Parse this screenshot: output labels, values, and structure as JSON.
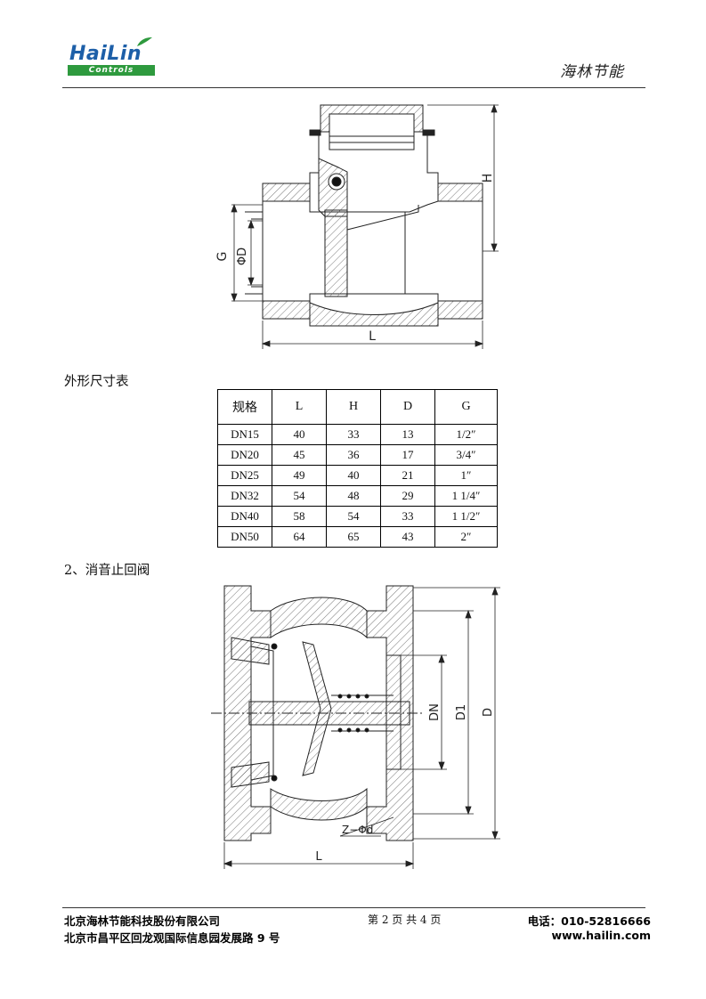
{
  "header": {
    "logo_main": "HaiLin",
    "logo_sub": "Controls",
    "brand_cn": "海林节能"
  },
  "drawing1": {
    "labels": {
      "H": "H",
      "G": "G",
      "D": "ΦD",
      "L": "L"
    }
  },
  "dimensions": {
    "title": "外形尺寸表",
    "columns": [
      "规格",
      "L",
      "H",
      "D",
      "G"
    ],
    "rows": [
      [
        "DN15",
        "40",
        "33",
        "13",
        "1/2″"
      ],
      [
        "DN20",
        "45",
        "36",
        "17",
        "3/4″"
      ],
      [
        "DN25",
        "49",
        "40",
        "21",
        "1″"
      ],
      [
        "DN32",
        "54",
        "48",
        "29",
        "1 1/4″"
      ],
      [
        "DN40",
        "58",
        "54",
        "33",
        "1 1/2″"
      ],
      [
        "DN50",
        "64",
        "65",
        "43",
        "2″"
      ]
    ]
  },
  "section2": {
    "title": "2、消音止回阀"
  },
  "drawing2": {
    "labels": {
      "DN": "DN",
      "D1": "D1",
      "D": "D",
      "Z": "Z−Φd",
      "L": "L"
    }
  },
  "footer": {
    "company": "北京海林节能科技股份有限公司",
    "address": "北京市昌平区回龙观国际信息园发展路 9 号",
    "page": "第 2 页  共 4 页",
    "phone": "电话：010-52816666",
    "website": "www.hailin.com"
  }
}
